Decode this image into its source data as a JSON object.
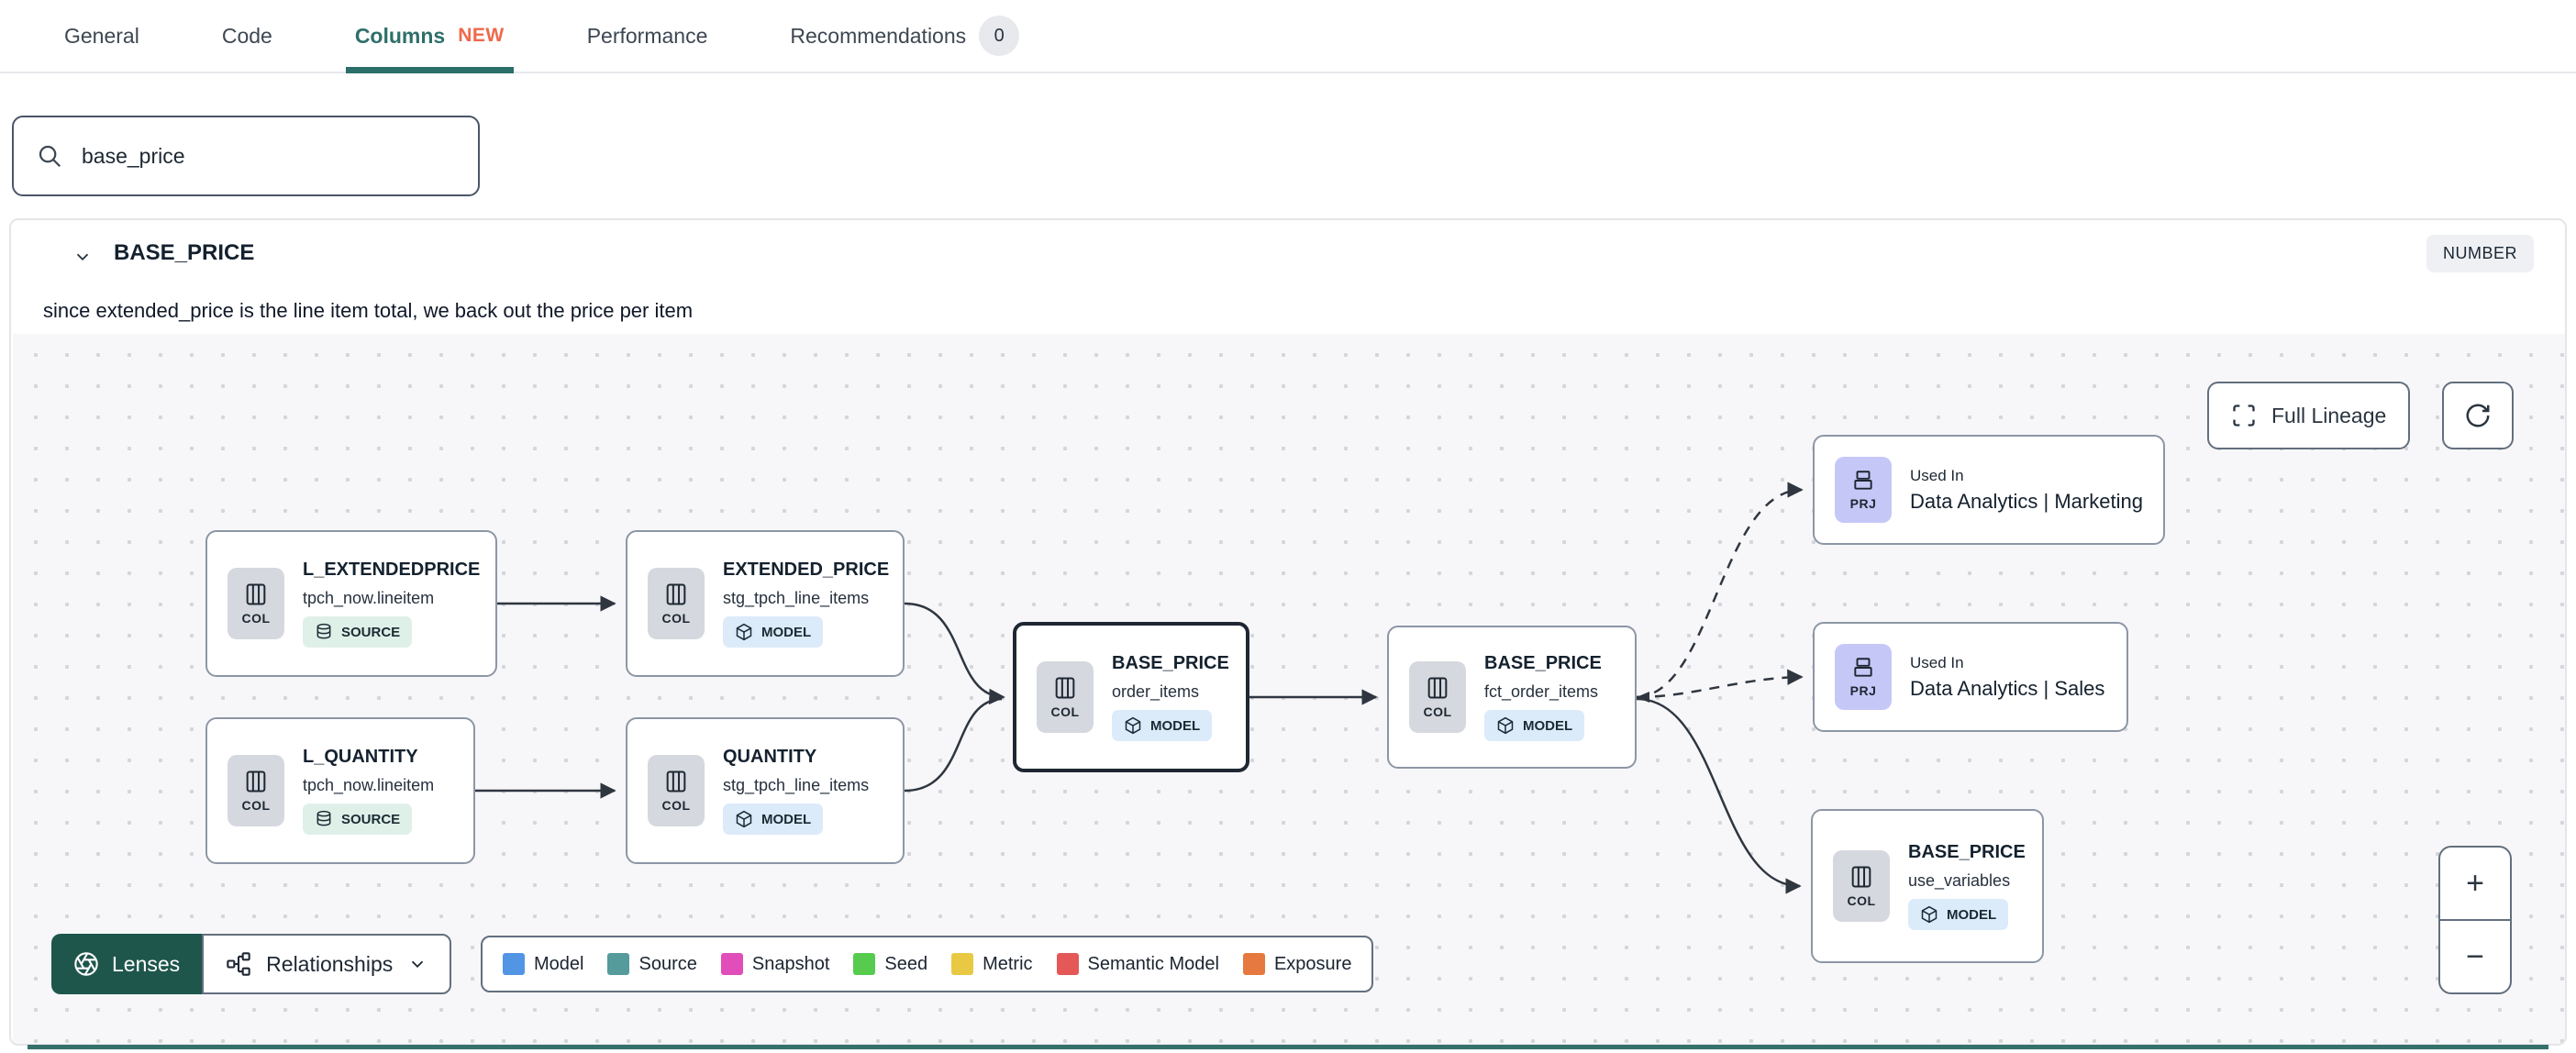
{
  "tabs": {
    "items": [
      {
        "label": "General"
      },
      {
        "label": "Code"
      },
      {
        "label": "Columns",
        "new_badge": "NEW"
      },
      {
        "label": "Performance"
      },
      {
        "label": "Recommendations",
        "count": "0"
      }
    ]
  },
  "search": {
    "value": "base_price"
  },
  "column_panel": {
    "name": "BASE_PRICE",
    "type_badge": "NUMBER",
    "description": "since extended_price is the line item total, we back out the price per item"
  },
  "lineage": {
    "controls": {
      "full_lineage_label": "Full Lineage",
      "zoom_in": "+",
      "zoom_out": "−",
      "lenses_label": "Lenses",
      "relationships_label": "Relationships"
    },
    "legend": [
      {
        "label": "Model",
        "color": "#5295e5"
      },
      {
        "label": "Source",
        "color": "#559b9b"
      },
      {
        "label": "Snapshot",
        "color": "#e14db9"
      },
      {
        "label": "Seed",
        "color": "#57cb4e"
      },
      {
        "label": "Metric",
        "color": "#e9c943"
      },
      {
        "label": "Semantic Model",
        "color": "#e45858"
      },
      {
        "label": "Exposure",
        "color": "#e5793f"
      }
    ],
    "nodes": [
      {
        "chip": "COL",
        "title": "L_EXTENDEDPRICE",
        "subtitle": "tpch_now.lineitem",
        "badge": "SOURCE"
      },
      {
        "chip": "COL",
        "title": "EXTENDED_PRICE",
        "subtitle": "stg_tpch_line_items",
        "badge": "MODEL"
      },
      {
        "chip": "COL",
        "title": "L_QUANTITY",
        "subtitle": "tpch_now.lineitem",
        "badge": "SOURCE"
      },
      {
        "chip": "COL",
        "title": "QUANTITY",
        "subtitle": "stg_tpch_line_items",
        "badge": "MODEL"
      },
      {
        "chip": "COL",
        "title": "BASE_PRICE",
        "subtitle": "order_items",
        "badge": "MODEL"
      },
      {
        "chip": "COL",
        "title": "BASE_PRICE",
        "subtitle": "fct_order_items",
        "badge": "MODEL"
      },
      {
        "chip": "PRJ",
        "kicker": "Used In",
        "title": "Data Analytics | Marketing"
      },
      {
        "chip": "PRJ",
        "kicker": "Used In",
        "title": "Data Analytics | Sales"
      },
      {
        "chip": "COL",
        "title": "BASE_PRICE",
        "subtitle": "use_variables",
        "badge": "MODEL"
      }
    ]
  }
}
